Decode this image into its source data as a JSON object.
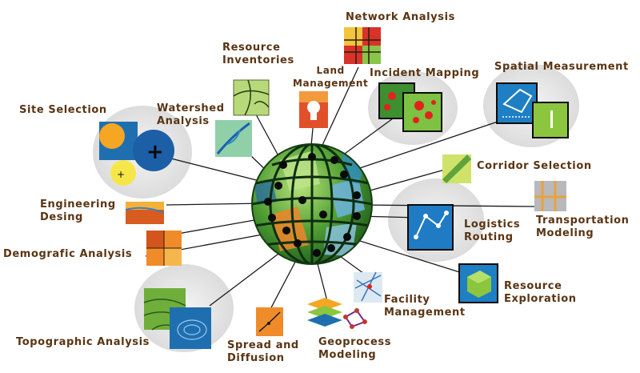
{
  "diagram": {
    "hub": "gis-globe",
    "colors": {
      "label": "#5a3413",
      "globe_green": "#3f8f2b",
      "globe_light": "#9fd25a",
      "connector": "#1a1a1a",
      "bubble": "#e2e2e2"
    },
    "applications": [
      {
        "id": "network-analysis",
        "lines": [
          "Network Analysis"
        ]
      },
      {
        "id": "resource-inventories",
        "lines": [
          "Resource",
          "Inventories"
        ]
      },
      {
        "id": "land-management",
        "lines": [
          "Land",
          "Management"
        ]
      },
      {
        "id": "incident-mapping",
        "lines": [
          "Incident Mapping"
        ]
      },
      {
        "id": "spatial-measurement",
        "lines": [
          "Spatial Measurement"
        ]
      },
      {
        "id": "site-selection",
        "lines": [
          "Site Selection"
        ]
      },
      {
        "id": "watershed-analysis",
        "lines": [
          "Watershed",
          "Analysis"
        ]
      },
      {
        "id": "corridor-selection",
        "lines": [
          "Corridor Selection"
        ]
      },
      {
        "id": "engineering-desing",
        "lines": [
          "Engineering",
          "Desing"
        ]
      },
      {
        "id": "logistics-routing",
        "lines": [
          "Logistics",
          "Routing"
        ]
      },
      {
        "id": "transportation-modeling",
        "lines": [
          "Transportation",
          "Modeling"
        ]
      },
      {
        "id": "demografic-analysis",
        "lines": [
          "Demografic Analysis"
        ]
      },
      {
        "id": "resource-exploration",
        "lines": [
          "Resource",
          "Exploration"
        ]
      },
      {
        "id": "facility-management",
        "lines": [
          "Facility",
          "Management"
        ]
      },
      {
        "id": "topographic-analysis",
        "lines": [
          "Topographic Analysis"
        ]
      },
      {
        "id": "spread-and-diffusion",
        "lines": [
          "Spread and",
          "Diffusion"
        ]
      },
      {
        "id": "geoprocess-modeling",
        "lines": [
          "Geoprocess",
          "Modeling"
        ]
      }
    ]
  }
}
